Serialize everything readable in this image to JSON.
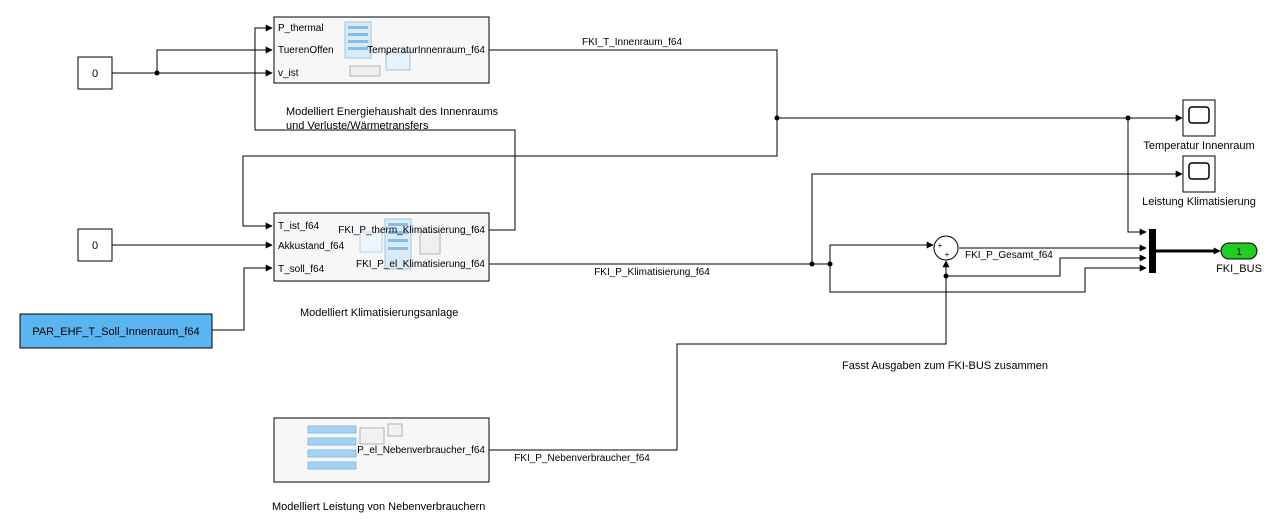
{
  "blocks": {
    "const_top": {
      "value": "0"
    },
    "const_mid": {
      "value": "0"
    },
    "param": {
      "label": "PAR_EHF_T_Soll_Innenraum_f64",
      "color": "#5ab4f0"
    },
    "innenraum": {
      "inputs": [
        "P_thermal",
        "TuerenOffen",
        "v_ist"
      ],
      "output": "TemperaturInnenraum_f64",
      "caption_line1": "Modelliert Energiehaushalt des Innenraums",
      "caption_line2": "und Verluste/Wärmetransfers"
    },
    "klima": {
      "inputs": [
        "T_ist_f64",
        "Akkustand_f64",
        "T_soll_f64"
      ],
      "outputs": [
        "FKI_P_therm_Klimatisierung_f64",
        "FKI_P_el_Klimatisierung_f64"
      ],
      "caption": "Modelliert Klimatisierungsanlage"
    },
    "neben": {
      "output": "P_el_Nebenverbraucher_f64",
      "caption": "Modelliert Leistung von Nebenverbrauchern"
    },
    "scope_temp": {
      "label": "Temperatur Innenraum"
    },
    "scope_leistung": {
      "label": "Leistung Klimatisierung"
    },
    "sum": {
      "signs": [
        "+",
        "+"
      ]
    },
    "out_port": {
      "number": "1",
      "label": "FKI_BUS",
      "color": "#22cc22"
    }
  },
  "signals": {
    "t_innenraum": "FKI_T_Innenraum_f64",
    "p_klimatisierung": "FKI_P_Klimatisierung_f64",
    "p_gesamt": "FKI_P_Gesamt_f64",
    "p_neben": "FKI_P_Nebenverbraucher_f64"
  },
  "annotations": {
    "bus_caption": "Fasst Ausgaben zum FKI-BUS zusammen"
  }
}
